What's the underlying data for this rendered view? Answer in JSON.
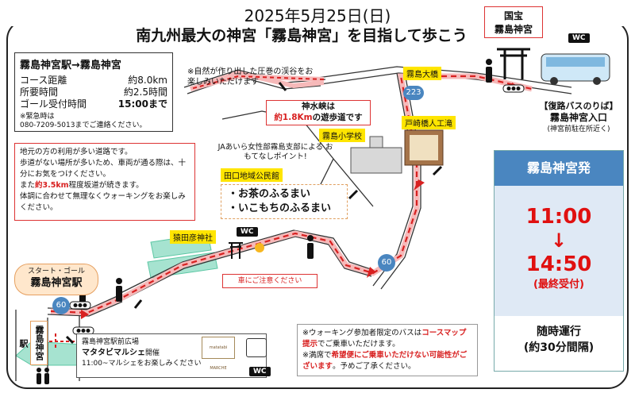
{
  "header": {
    "date": "2025年5月25日(日)",
    "title": "南九州最大の神宮「霧島神宮」を目指して歩こう"
  },
  "info": {
    "route": "霧島神宮駅→霧島神宮",
    "distance_label": "コース距離",
    "distance_value": "約8.0km",
    "time_label": "所要時間",
    "time_value": "約2.5時間",
    "goal_label": "ゴール受付時間",
    "goal_value": "15:00まで",
    "emergency": "※緊急時は",
    "emergency_phone": "080-7209-5013までご連絡ください。"
  },
  "warning": {
    "line1": "地元の方の利用が多い道路です。",
    "line2": "歩道がない場所が多いため、車両が通る際は、十分にお気をつけください。",
    "line3_pre": "また",
    "line3_red": "約3.5km",
    "line3_post": "程度坂道が続きます。",
    "line4": "体調に合わせて無理なくウォーキングをお楽しみください。"
  },
  "map": {
    "scenery_note": "※自然が作り出した圧巻の渓谷をお楽しみいただけます",
    "kirishima_ohashi": "霧島大橋",
    "route_223": "223",
    "route_60a": "60",
    "route_60b": "60",
    "shinsui_line1": "神水峡は",
    "shinsui_red": "約1.8Km",
    "shinsui_post": "の遊歩道です",
    "school": "霧島小学校",
    "totaki": "戸崎橋人工滝",
    "ja_note": "JAあいら女性部霧島支部による おもてなしポイント!",
    "hall": "田口地域公民館",
    "tea1": "・お茶のふるまい",
    "tea2": "・いこもちのふるまい",
    "saruta": "猿田彦神社",
    "car_note": "車にご注意ください",
    "start_sub": "スタート・ゴール",
    "start_name": "霧島神宮駅",
    "station_vertical": "霧島神宮駅",
    "wc": "WC",
    "kokuho_line1": "国宝",
    "kokuho_line2": "霧島神宮",
    "bus_stop_title": "【復路バスのりば】",
    "bus_stop_name": "霧島神宮入口",
    "bus_stop_sub": "(神宮前駐在所近く)"
  },
  "timetable": {
    "header": "霧島神宮発",
    "start": "11:00",
    "arrow": "↓",
    "end": "14:50",
    "final": "(最終受付)",
    "freq1": "随時運行",
    "freq2": "(約30分間隔)"
  },
  "busnote": {
    "p1_pre": "※ウォーキング参加者限定のバスは",
    "p1_red": "コースマップ提示",
    "p1_post": "でご乗車いただけます。",
    "p2_pre": "※満席で",
    "p2_red": "希望便にご乗車いただけない可能性がございます",
    "p2_post": "。予めご了承ください。"
  },
  "marche": {
    "place": "霧島神宮駅前広場",
    "name": "マタタビマルシェ",
    "open": "開催",
    "time": "11:00~マルシェをお楽しみください",
    "logo_text": "matatabi MARCHE"
  },
  "colors": {
    "route_red": "#d82020",
    "yellow": "#ffe500",
    "blue_header": "#4a86c0",
    "light_blue": "#dfe9f5",
    "river_green": "#5cc7a4"
  }
}
